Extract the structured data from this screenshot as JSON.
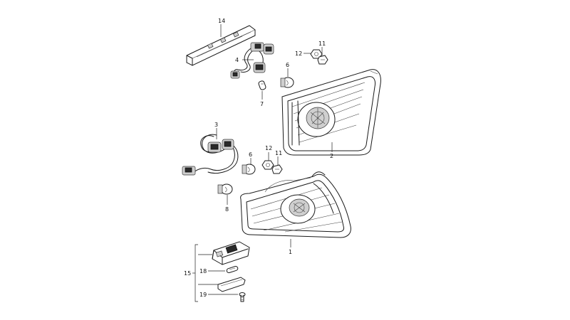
{
  "callouts": {
    "c14": "14",
    "c4": "4",
    "c12a": "12",
    "c11a": "11",
    "c6a": "6",
    "c7": "7",
    "c2": "2",
    "c3": "3",
    "c6b": "6",
    "c12b": "12",
    "c11b": "11",
    "c8": "8",
    "c1": "1",
    "c15": "15",
    "c18": "18",
    "c19": "19"
  }
}
